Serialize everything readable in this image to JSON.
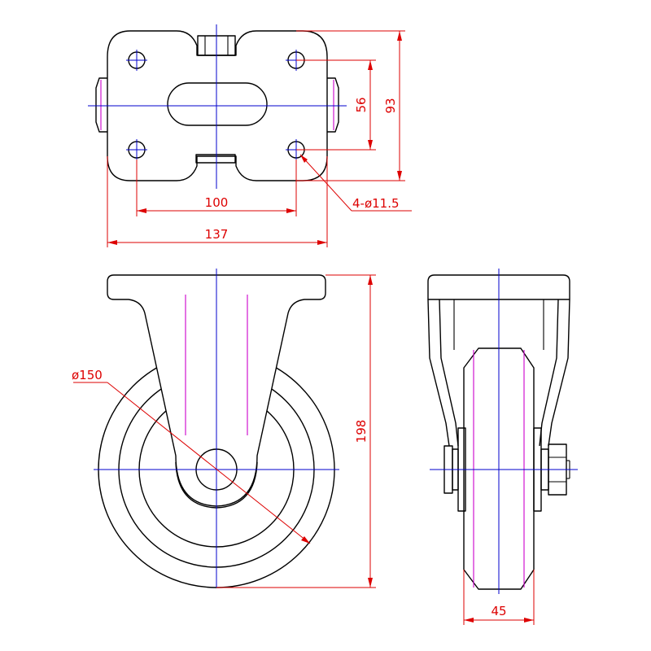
{
  "drawing": {
    "colors": {
      "outline": "#000000",
      "centerline": "#0000cc",
      "dimension": "#dd0000",
      "hidden_detail": "#cc00cc",
      "background": "#ffffff"
    },
    "views": [
      "top-view-mounting-plate",
      "front-view",
      "side-view"
    ],
    "dimensions": {
      "plate_width": "137",
      "hole_spacing_x": "100",
      "hole_spacing_y": "56",
      "plate_length": "93",
      "holes_callout": "4-ø11.5",
      "wheel_diameter": "ø150",
      "total_height": "198",
      "wheel_width": "45"
    }
  }
}
